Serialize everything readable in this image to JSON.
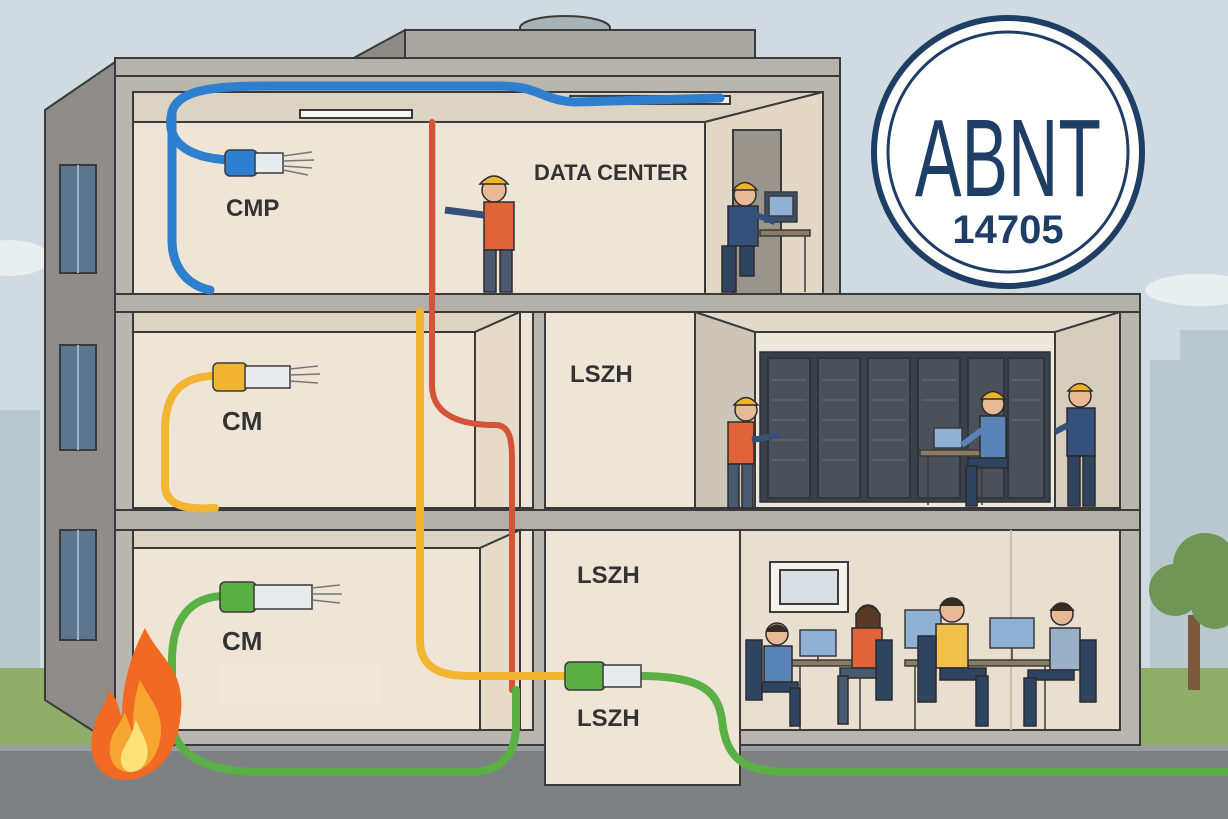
{
  "labels": {
    "cmp": "CMP",
    "data_center": "DATA CENTER",
    "cm_floor2": "CM",
    "cm_floor1": "CM",
    "lszh_floor2": "LSZH",
    "lszh_floor1": "LSZH",
    "lszh_shaft": "LSZH"
  },
  "seal": {
    "name": "ABNT",
    "code": "14705"
  },
  "colors": {
    "cable_cmp": "#2f7fcf",
    "cable_cm_yellow": "#f2b632",
    "cable_riser_red": "#d2553a",
    "cable_cm_green": "#5ab045",
    "seal_blue": "#1f3e66",
    "wall": "#efe5d6",
    "outline": "#3a3a3a"
  },
  "icons": [
    "fire-icon",
    "worker-icon",
    "server-rack-icon",
    "monitor-icon",
    "tree-icon"
  ]
}
